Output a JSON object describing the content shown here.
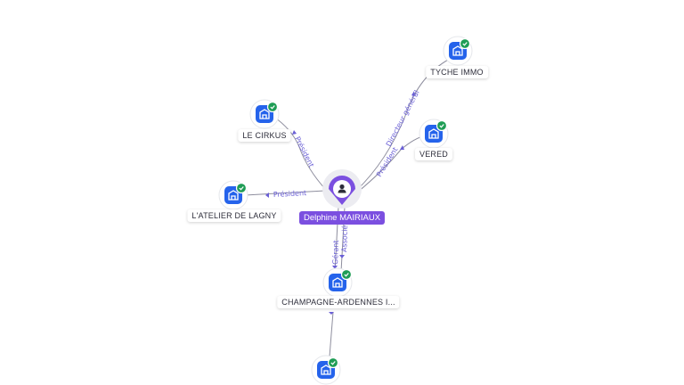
{
  "colors": {
    "company": "#2563eb",
    "person": "#7b4fe0",
    "verified": "#1f9d55",
    "edge": "#8e8e9e",
    "edge_label": "#6a5fd6"
  },
  "center": {
    "name": "Delphine MAIRIAUX",
    "icon": "person-icon"
  },
  "companies": [
    {
      "id": "tyche",
      "name": "TYCHE IMMO",
      "icon": "building-icon",
      "verified": true
    },
    {
      "id": "vered",
      "name": "VERED",
      "icon": "building-icon",
      "verified": true
    },
    {
      "id": "cirkus",
      "name": "LE CIRKUS",
      "icon": "building-icon",
      "verified": true
    },
    {
      "id": "atelier",
      "name": "L'ATELIER DE LAGNY",
      "icon": "building-icon",
      "verified": true
    },
    {
      "id": "champagne",
      "name": "CHAMPAGNE-ARDENNES I...",
      "icon": "building-icon",
      "verified": true
    },
    {
      "id": "bottom",
      "name": "",
      "icon": "building-icon",
      "verified": true
    }
  ],
  "edges": [
    {
      "id": "e-tyche",
      "label": "Directeur général"
    },
    {
      "id": "e-vered",
      "label": "Président"
    },
    {
      "id": "e-cirkus",
      "label": "Président"
    },
    {
      "id": "e-atelier",
      "label": "Président"
    },
    {
      "id": "e-champ1",
      "label": "Gérant"
    },
    {
      "id": "e-champ2",
      "label": "Associé"
    },
    {
      "id": "e-bottom",
      "label": ""
    }
  ]
}
